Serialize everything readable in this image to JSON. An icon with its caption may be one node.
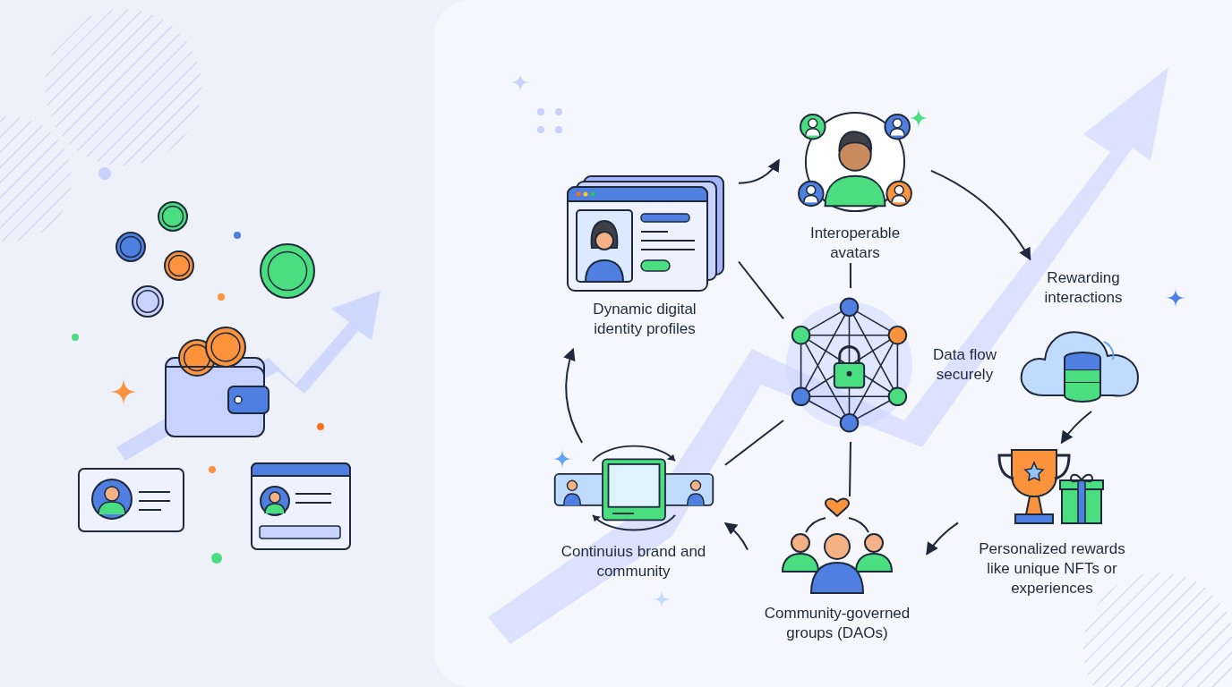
{
  "diagram": {
    "nodes": [
      {
        "text": [
          "Dynamic digital identity profiles"
        ]
      },
      {
        "text": [
          "Interoperable avatars"
        ]
      },
      {
        "text": [
          "Rewarding interactions"
        ]
      },
      {
        "text": [
          "Personalized rewards like unique NFTs or experiences"
        ]
      },
      {
        "text": [
          "Community-governed groups (DAOs)"
        ]
      },
      {
        "text": [
          "Continuius brand and community"
        ]
      },
      {
        "text": [
          "Data flow securely"
        ]
      }
    ],
    "edges": [
      {
        "from": 0,
        "to": 1,
        "arrow": "to"
      },
      {
        "from": 1,
        "to": 2,
        "arrow": "to"
      },
      {
        "from": 2,
        "to": 3,
        "arrow": "to"
      },
      {
        "from": 3,
        "to": 4,
        "arrow": "to"
      },
      {
        "from": 4,
        "to": 5,
        "arrow": "to"
      },
      {
        "from": 5,
        "to": 0,
        "arrow": "to"
      },
      {
        "from": 6,
        "to": 0,
        "arrow": "none"
      },
      {
        "from": 6,
        "to": 1,
        "arrow": "none"
      },
      {
        "from": 6,
        "to": 4,
        "arrow": "none"
      },
      {
        "from": 6,
        "to": 5,
        "arrow": "none"
      }
    ]
  }
}
